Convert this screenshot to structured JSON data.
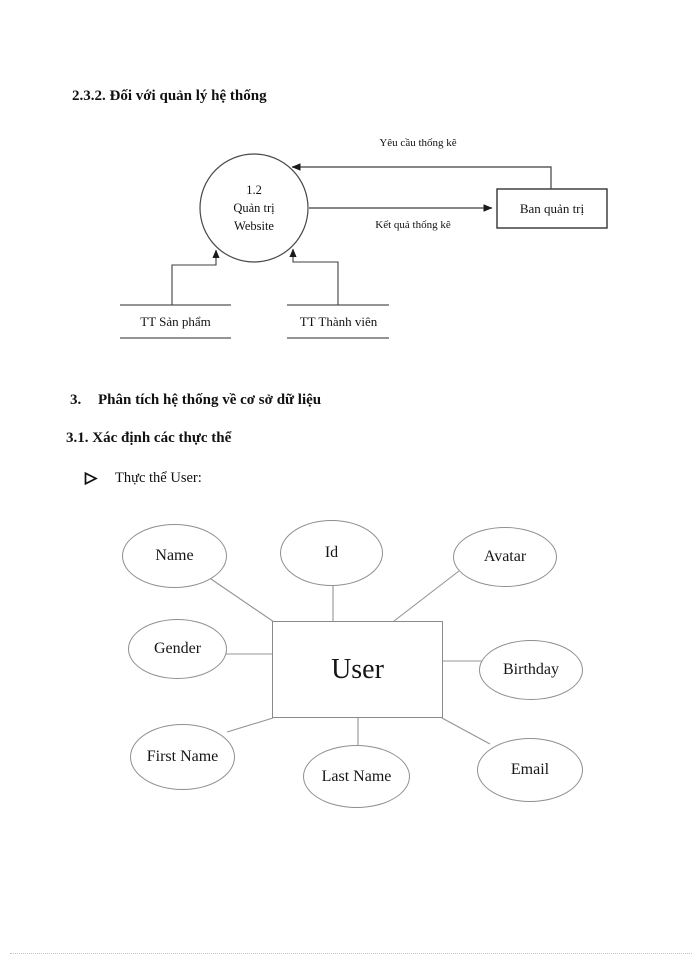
{
  "document": {
    "heading_232": "2.3.2. Đối với quản lý hệ thống",
    "heading_3": {
      "number": "3.",
      "text": "Phân tích hệ thống về cơ sở dữ liệu"
    },
    "heading_31": "3.1. Xác định các thực thể",
    "bullet_user": {
      "marker": "➢",
      "text": "Thực thể User:"
    }
  },
  "dfd": {
    "process": {
      "id": "1.2",
      "name_line1": "Quản trị",
      "name_line2": "Website"
    },
    "external_entity": "Ban quản trị",
    "flow_request": "Yêu cầu thống kê",
    "flow_result": "Kết quả thống kê",
    "datastore_products": "TT Sản phẩm",
    "datastore_members": "TT Thành viên"
  },
  "erd": {
    "entity": "User",
    "attributes": [
      "Name",
      "Id",
      "Avatar",
      "Gender",
      "Birthday",
      "First Name",
      "Last Name",
      "Email"
    ]
  },
  "colors": {
    "text": "#111111",
    "dfd_stroke": "#3f3f3f",
    "erd_stroke": "#949494"
  }
}
